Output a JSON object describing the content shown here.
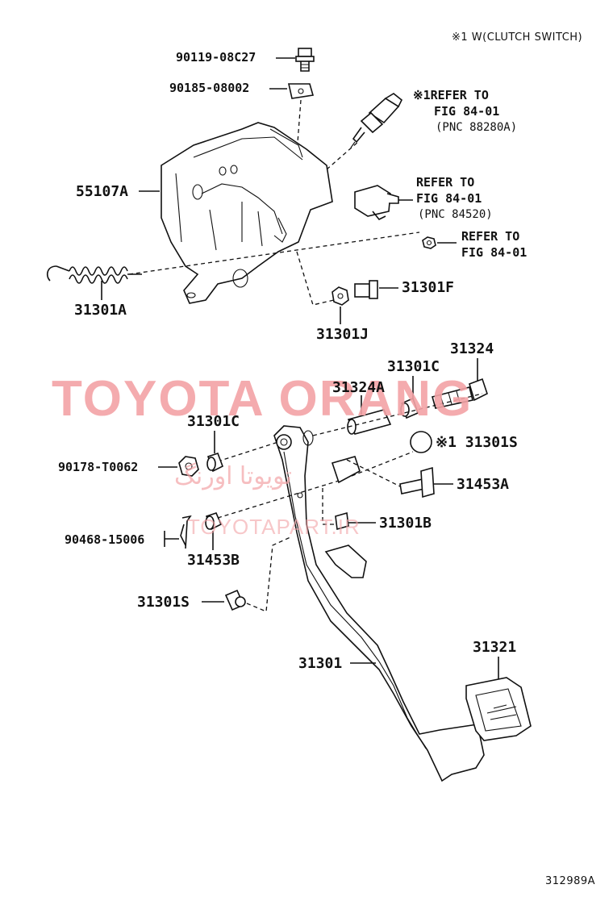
{
  "header_note": "※1 W(CLUTCH SWITCH)",
  "footer_code": "312989A",
  "watermarks": {
    "main": "TOYOTA ORANG",
    "persian": "تویوتا اورنگ",
    "url": "TOYOTAPART.IR"
  },
  "labels": {
    "p_90119": "90119-08C27",
    "p_90185": "90185-08002",
    "p_55107A": "55107A",
    "p_31301A": "31301A",
    "p_31301J": "31301J",
    "p_31301F": "31301F",
    "ref1_line1": "※1REFER TO",
    "ref1_line2": "FIG 84-01",
    "ref1_line3": "(PNC 88280A)",
    "ref2_line1": "REFER TO",
    "ref2_line2": "FIG 84-01",
    "ref2_line3": "(PNC 84520)",
    "ref3_line1": "REFER TO",
    "ref3_line2": "FIG 84-01",
    "p_31324": "31324",
    "p_31301C_top": "31301C",
    "p_31324A": "31324A",
    "p_31301C_left": "31301C",
    "p_90178": "90178-T0062",
    "p_31301S_right": "※1 31301S",
    "p_31453A": "31453A",
    "p_90468": "90468-15006",
    "p_31301B": "31301B",
    "p_31453B": "31453B",
    "p_31301S_left": "31301S",
    "p_31301": "31301",
    "p_31321": "31321"
  },
  "colors": {
    "line": "#111111",
    "watermark": "#f3a3a6"
  }
}
